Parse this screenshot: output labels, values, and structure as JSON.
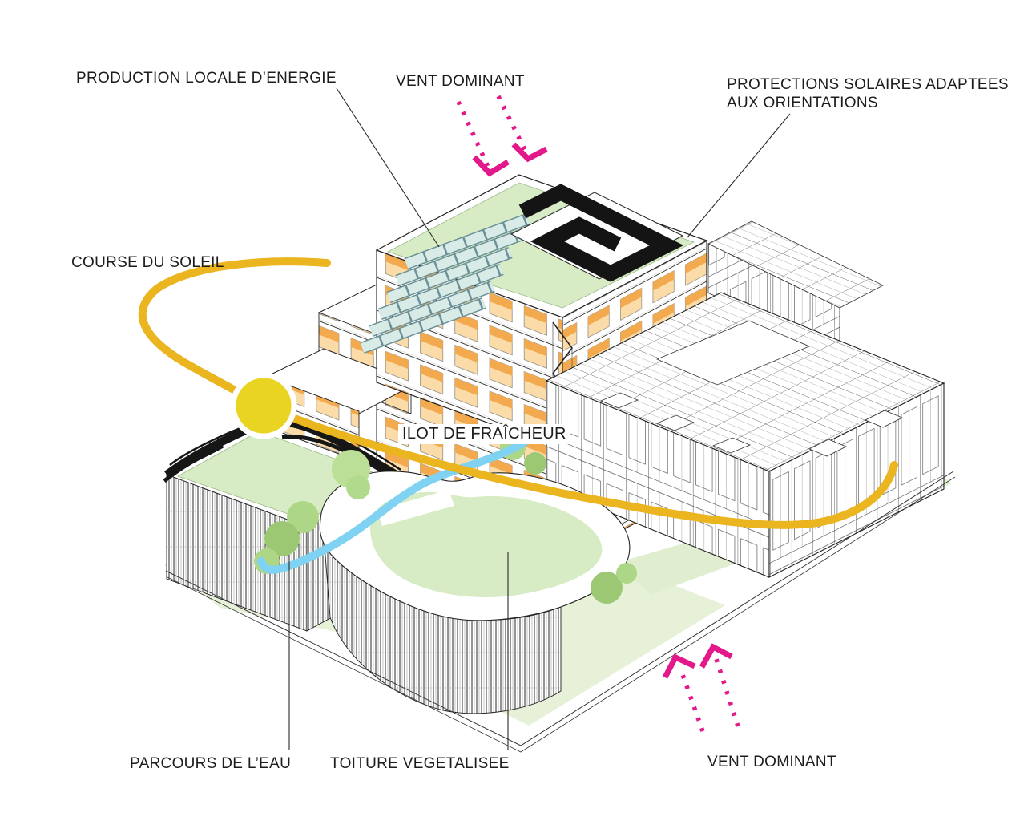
{
  "diagram": {
    "title_labels": {
      "production_energie": "PRODUCTION LOCALE D’ENERGIE",
      "vent_dominant_haut": "VENT DOMINANT",
      "protections_solaires_ligne1": "PROTECTIONS SOLAIRES ADAPTEES",
      "protections_solaires_ligne2": "AUX ORIENTATIONS",
      "course_du_soleil": "COURSE DU SOLEIL",
      "ilot_de_fraicheur": "ILOT DE FRAÎCHEUR",
      "parcours_de_leau": "PARCOURS DE L’EAU",
      "toiture_vegetalisee": "TOITURE VEGETALISEE",
      "vent_dominant_bas": "VENT DOMINANT"
    },
    "icons": {
      "sun": "sun-icon",
      "sun_path": "sun-path-arc",
      "wind_north": "wind-dashed-arrows",
      "wind_south": "wind-dashed-arrows",
      "water": "water-stream",
      "solar_panels": "solar-panel-rows"
    },
    "colors": {
      "wind_pink": "#E3188A",
      "sun_yellow": "#EAD422",
      "sun_path_yellow": "#EAB51E",
      "roof_green": "#D7ECC4",
      "ground_green": "#E6F1D8",
      "tree_green_light": "#AED687",
      "tree_green_dark": "#9CC873",
      "water_blue": "#7FD2F2",
      "window_orange": "#F3A94E",
      "window_orange_light": "#FBDCA8",
      "ink": "#1C1C1C"
    }
  }
}
